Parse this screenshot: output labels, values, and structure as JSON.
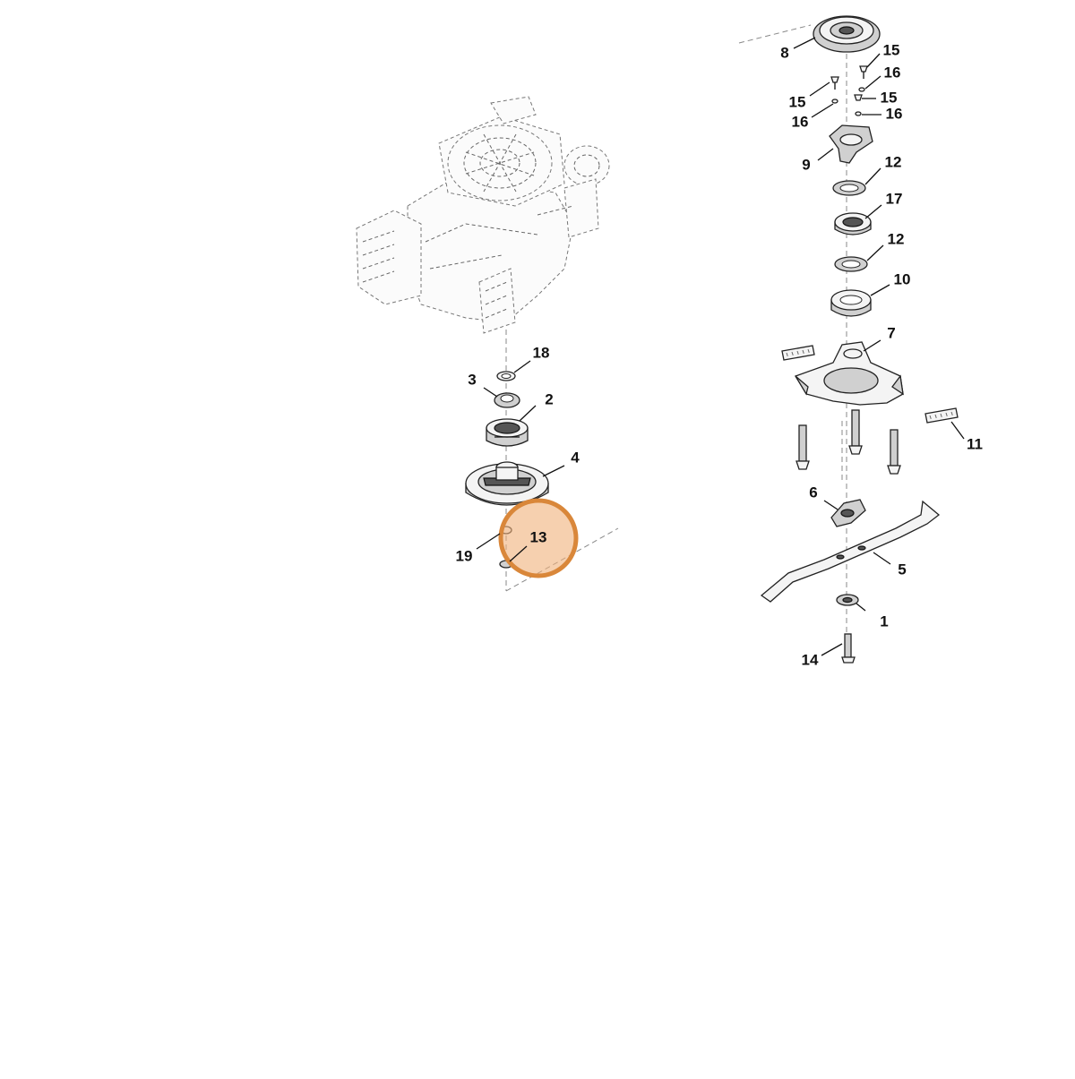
{
  "diagram": {
    "callouts": [
      "1",
      "2",
      "3",
      "4",
      "5",
      "6",
      "7",
      "8",
      "9",
      "10",
      "11",
      "12",
      "12",
      "13",
      "14",
      "15",
      "15",
      "15",
      "16",
      "16",
      "16",
      "17",
      "18",
      "19"
    ],
    "highlighted_callout": "13",
    "highlight_color": "#f0b07a",
    "highlight_ring_color": "#d9873a"
  },
  "parts": {
    "engine": "engine-assembly",
    "blade": "mower-blade"
  }
}
